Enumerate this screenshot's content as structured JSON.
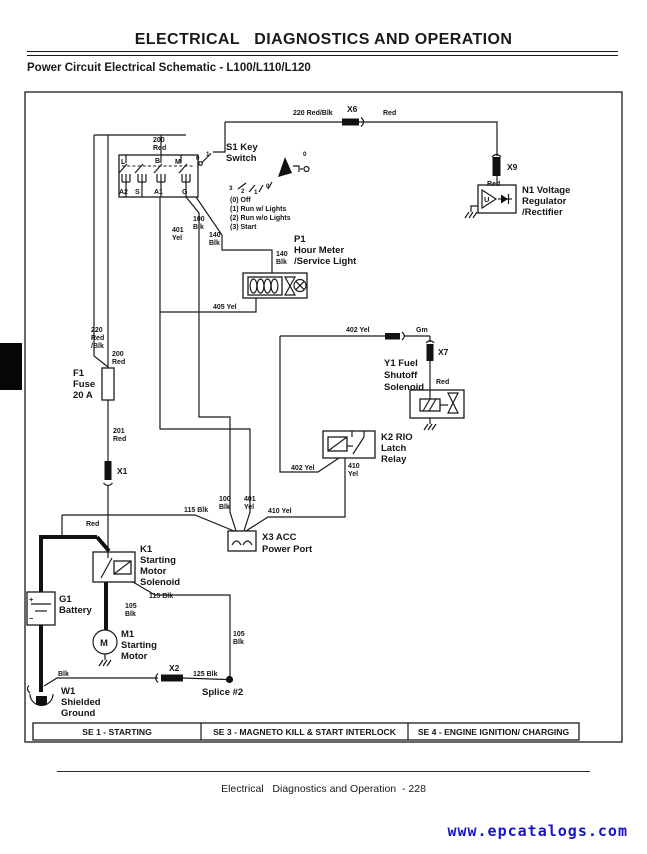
{
  "header": {
    "title": "ELECTRICAL   DIAGNOSTICS AND OPERATION",
    "subtitle": "Power Circuit Electrical Schematic - L100/L110/L120"
  },
  "footer": {
    "text": "Electrical   Diagnostics and Operation  - 228",
    "watermark": "www.epcatalogs.com",
    "watermark_color": "#1414cd"
  },
  "schematic": {
    "sections": [
      "SE 1 - STARTING",
      "SE 3 - MAGNETO KILL & START INTERLOCK",
      "SE 4 - ENGINE IGNITION/ CHARGING"
    ],
    "s1": {
      "name": [
        "S1 Key",
        "Switch"
      ],
      "terminals_top": [
        "L",
        "B",
        "M"
      ],
      "terminals_bottom": [
        "A2",
        "S",
        "A1",
        "G"
      ],
      "mini_positions": [
        "0",
        "1"
      ],
      "rotary_positions": [
        "3",
        "2",
        "1",
        "0"
      ],
      "key_position": "0",
      "legend": [
        "(0) Off",
        "(1) Run w/ Lights",
        "(2) Run w/o Lights",
        "(3) Start"
      ]
    },
    "p1": [
      "P1",
      "Hour Meter",
      "/Service Light"
    ],
    "n1": {
      "name": [
        "N1 Voltage",
        "Regulator",
        "/Rectifier"
      ],
      "symbol": "U"
    },
    "f1": [
      "F1",
      "Fuse",
      "20 A"
    ],
    "y1": [
      "Y1 Fuel",
      "Shutoff",
      "Solenoid"
    ],
    "k2": [
      "K2 RIO",
      "Latch",
      "Relay"
    ],
    "k1": [
      "K1",
      "Starting",
      "Motor",
      "Solenoid"
    ],
    "g1": {
      "name": [
        "G1",
        "Battery"
      ],
      "plus": "+",
      "minus": "−"
    },
    "m1": {
      "name": [
        "M1",
        "Starting",
        "Motor"
      ],
      "symbol": "M"
    },
    "w1": [
      "W1",
      "Shielded",
      "Ground"
    ],
    "x3": [
      "X3 ACC",
      "Power Port"
    ],
    "splice": "Splice #2",
    "connectors": {
      "x1": "X1",
      "x2": "X2",
      "x6": "X6",
      "x7": "X7",
      "x9": "X9"
    },
    "wires": {
      "w220_top": "220 Red/Blk",
      "red_top": "Red",
      "red_x9": "Red",
      "w200_a": [
        "200",
        "Red"
      ],
      "w200_b": [
        "200",
        "Red"
      ],
      "w220_left": [
        "220",
        "Red",
        "/Blk"
      ],
      "w401_a": [
        "401",
        "Yel"
      ],
      "w100_a": [
        "100",
        "Blk"
      ],
      "w140_a": [
        "140",
        "Blk"
      ],
      "w140_b": [
        "140",
        "Blk"
      ],
      "w405": "405 Yel",
      "w201": [
        "201",
        "Red"
      ],
      "red_x1": "Red",
      "w402_a": "402 Yel",
      "gm": "Gm",
      "red_x7": "Red",
      "w402_b": "402 Yel",
      "w410_a": [
        "410",
        "Yel"
      ],
      "w410_b": "410 Yel",
      "w115_a": "115 Blk",
      "w100_b": [
        "100",
        "Blk"
      ],
      "w401_b": [
        "401",
        "Yel"
      ],
      "w115_b": "115 Blk",
      "w105_a": [
        "105",
        "Blk"
      ],
      "w105_b": [
        "105",
        "Blk"
      ],
      "blk": "Blk",
      "w125": "125 Blk"
    }
  }
}
